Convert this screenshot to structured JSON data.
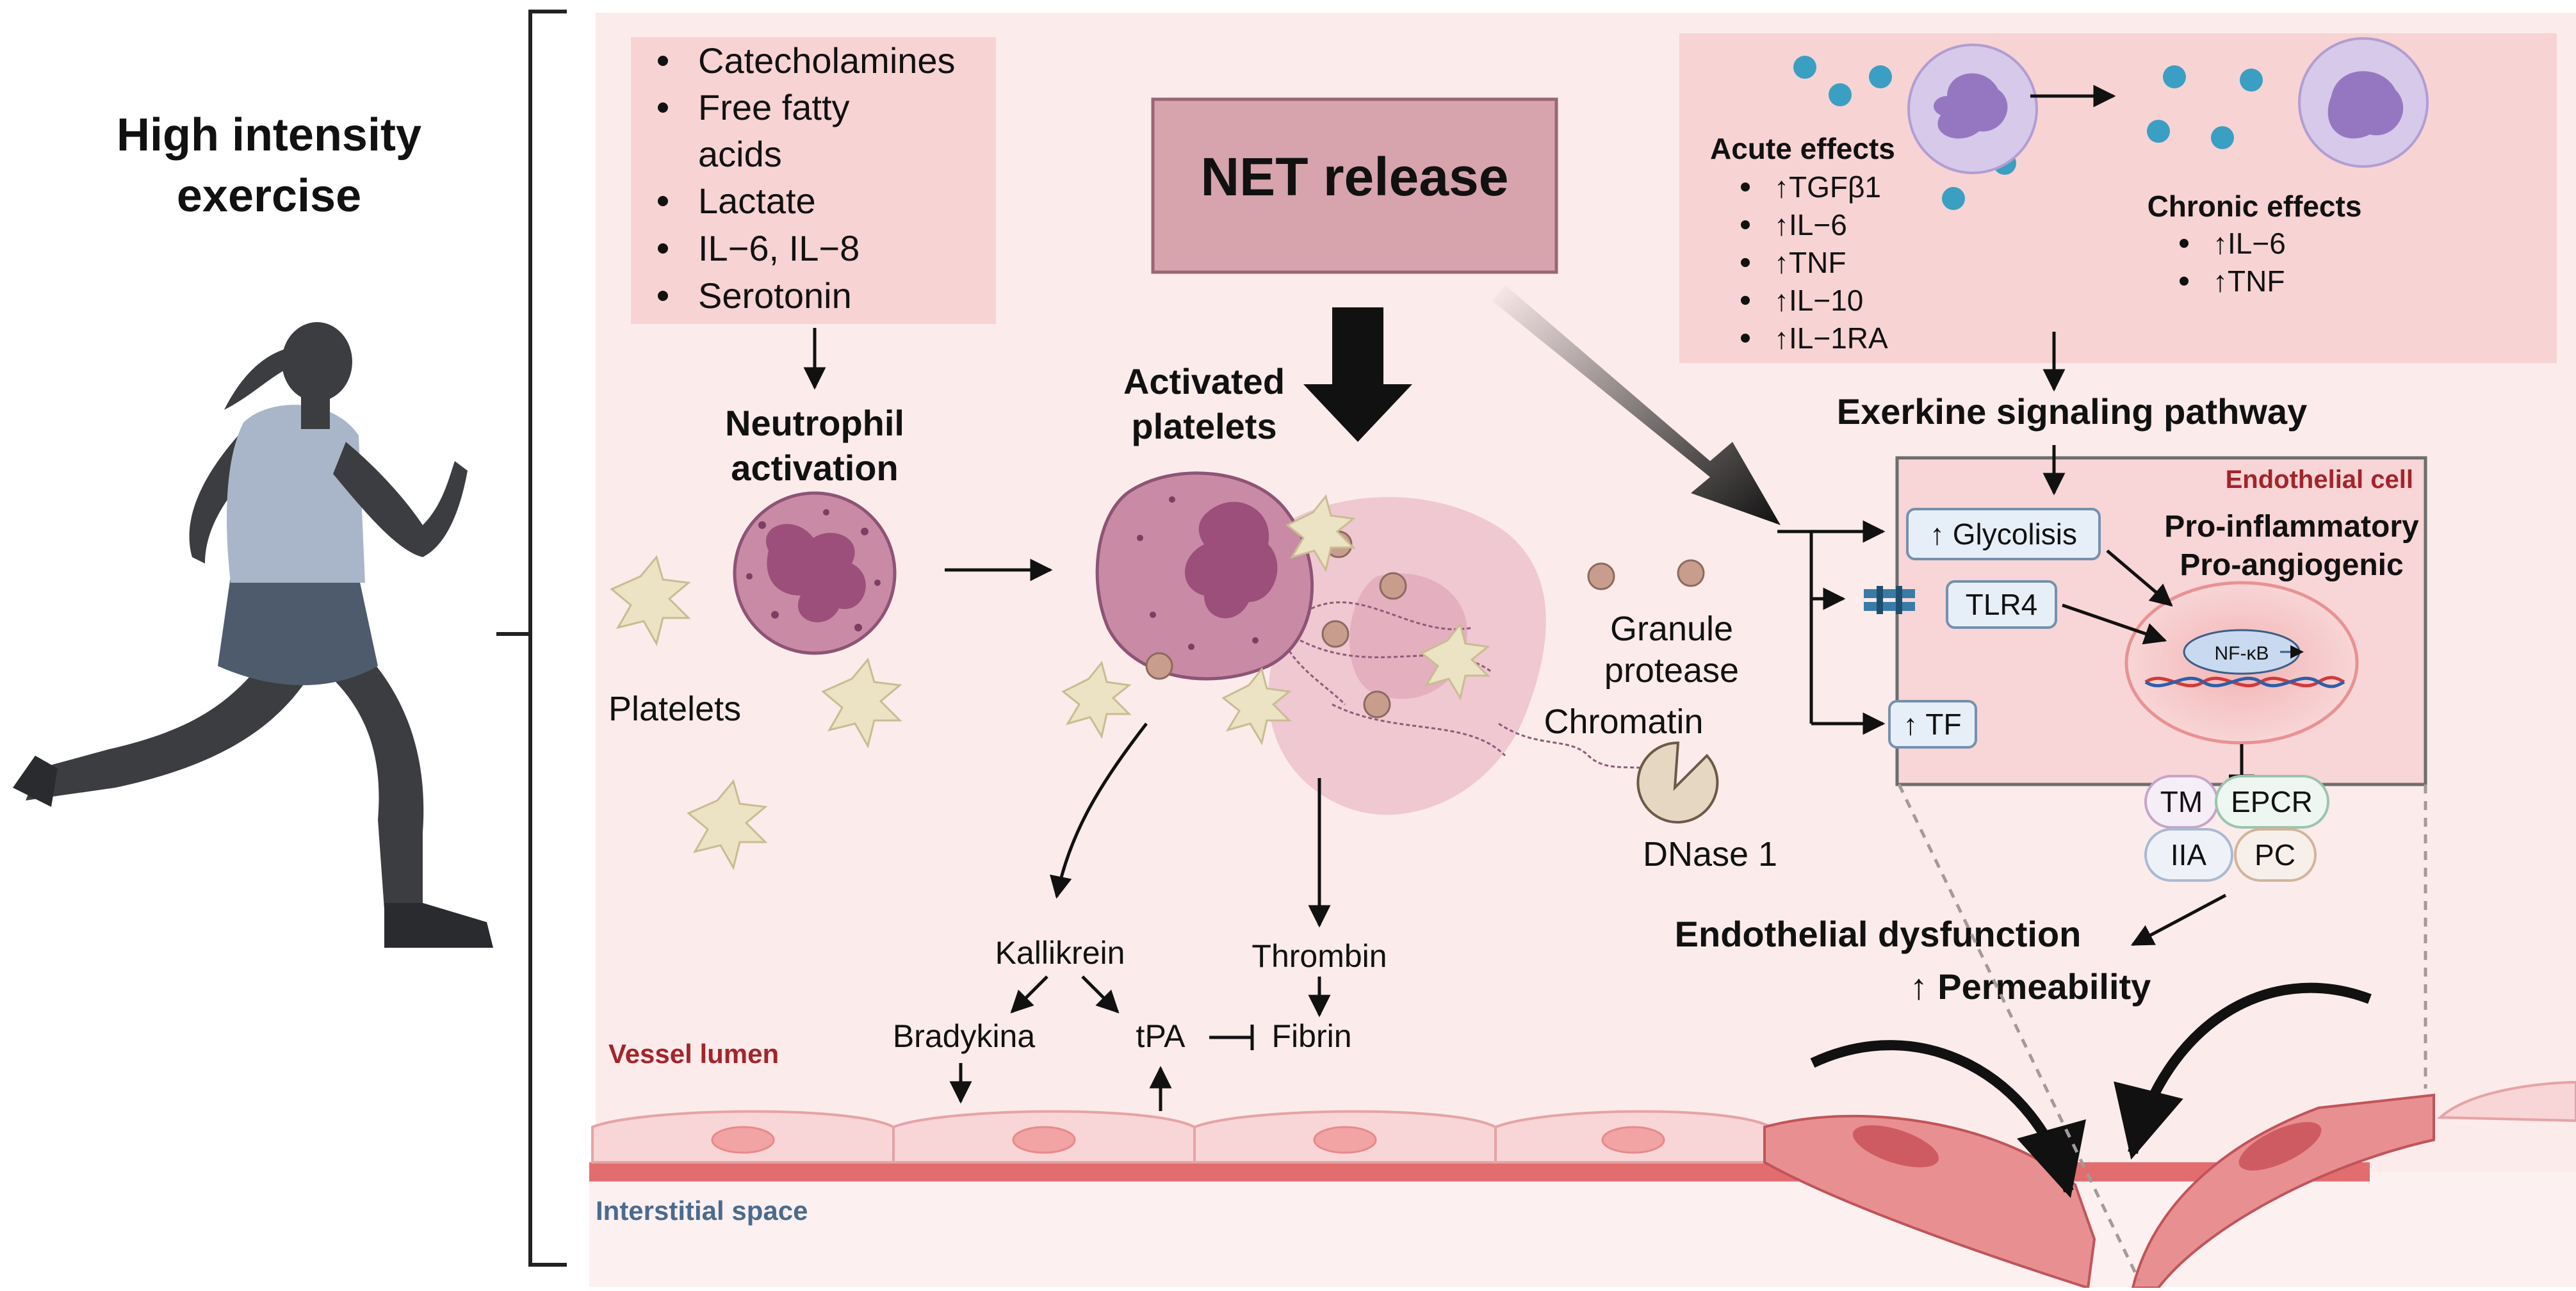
{
  "exercise": {
    "title_line1": "High intensity",
    "title_line2": "exercise"
  },
  "stimuli": [
    "Catecholamines",
    "Free fatty",
    "acids",
    "Lactate",
    "IL−6, IL−8",
    "Serotonin"
  ],
  "neutrophil": {
    "line1": "Neutrophil",
    "line2": "activation"
  },
  "platelets_label": "Platelets",
  "net_release": "NET release",
  "activated_platelets": {
    "line1": "Activated",
    "line2": "platelets"
  },
  "granule_protease": {
    "line1": "Granule",
    "line2": "protease"
  },
  "chromatin": "Chromatin",
  "dnase": "DNase 1",
  "coag": {
    "kallikrein": "Kallikrein",
    "thrombin": "Thrombin",
    "bradykinin": "Bradykina",
    "tpa": "tPA",
    "fibrin": "Fibrin"
  },
  "vessel_lumen": "Vessel lumen",
  "interstitial_space": "Interstitial space",
  "acute": {
    "title": "Acute effects",
    "items": [
      "↑TGFβ1",
      "↑IL−6",
      "↑TNF",
      "↑IL−10",
      "↑IL−1RA"
    ]
  },
  "chronic": {
    "title": "Chronic effects",
    "items": [
      "↑IL−6",
      "↑TNF"
    ]
  },
  "exerkine": "Exerkine signaling pathway",
  "endothelial_cell": "Endothelial cell",
  "pro": {
    "line1": "Pro-inflammatory",
    "line2": "Pro-angiogenic"
  },
  "boxes": {
    "glycolisis": "↑ Glycolisis",
    "tlr4": "TLR4",
    "tf": "↑ TF"
  },
  "nfkb": "NF-κB",
  "markers": {
    "tm": "TM",
    "epcr": "EPCR",
    "iia": "IIA",
    "pc": "PC"
  },
  "dysfunction": "Endothelial dysfunction",
  "permeability": "↑ Permeability",
  "colors": {
    "panel_bg": "#fcebeb",
    "box_pink": "#f7d3d4",
    "net_box": "#d7a3ad",
    "cell_pink": "#f8d5d6",
    "membrane": "#e26d6f",
    "text_red": "#a3242a",
    "text_blue": "#4a6b8f"
  }
}
